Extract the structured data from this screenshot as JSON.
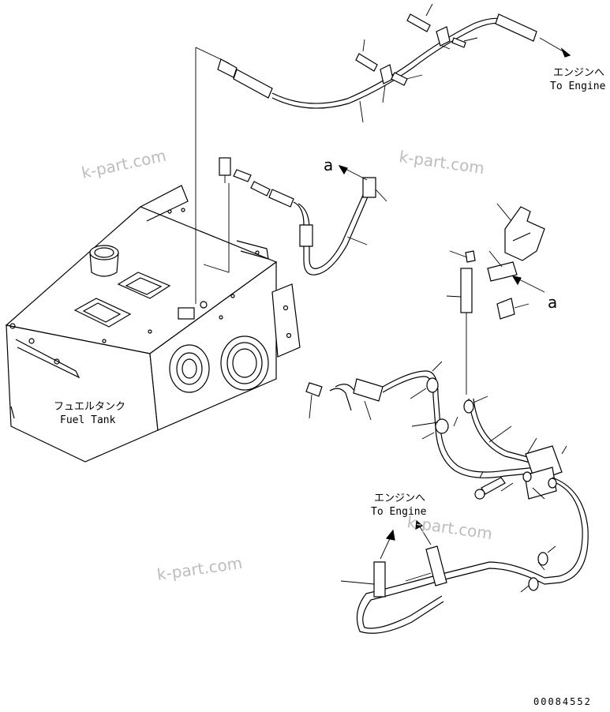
{
  "labels": {
    "engine_top_jp": "エンジンへ",
    "engine_top_en": "To Engine",
    "engine_bottom_jp": "エンジンへ",
    "engine_bottom_en": "To Engine",
    "fuel_tank_jp": "フュエルタンク",
    "fuel_tank_en": "Fuel Tank",
    "marker_a_upper": "a",
    "marker_a_right": "a"
  },
  "watermarks": [
    "k-part.com",
    "k-part.com",
    "k-part.com",
    "k-part.com"
  ],
  "drawing_code": "00084552"
}
